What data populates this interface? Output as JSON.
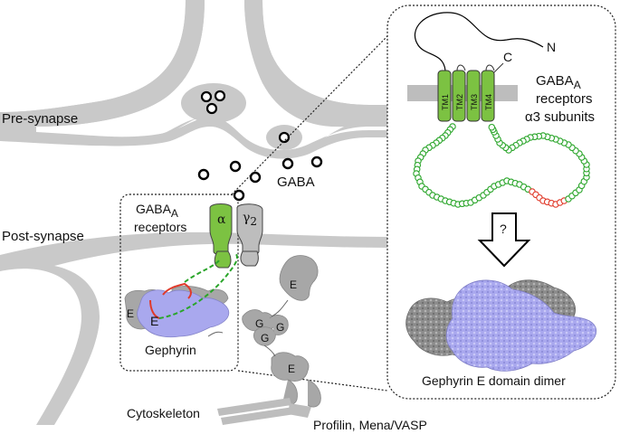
{
  "labels": {
    "pre_synapse": "Pre-synapse",
    "post_synapse": "Post-synapse",
    "gaba": "GABA",
    "gaba_a_receptors_line1": "GABA",
    "gaba_a_receptors_sub": "A",
    "gaba_a_receptors_line2": "receptors",
    "alpha": "α",
    "gamma": "γ",
    "gamma_sub": "2",
    "e_left": "E",
    "e_blue": "E",
    "e_right_top": "E",
    "e_right_bottom": "E",
    "g1": "G",
    "g2": "G",
    "g3": "G",
    "gephyrin": "Gephyrin",
    "cytoskeleton": "Cytoskeleton",
    "profilin": "Profilin, Mena/VASP"
  },
  "inset": {
    "n_terminus": "N",
    "c_terminus": "C",
    "tm1": "TM1",
    "tm2": "TM2",
    "tm3": "TM3",
    "tm4": "TM4",
    "title_line1": "GABA",
    "title_sub": "A",
    "title_line2": "receptors",
    "title_line3": "α3 subunits",
    "question": "?",
    "caption": "Gephyrin E domain dimer"
  },
  "colors": {
    "membrane_gray": "#c9c9c9",
    "receptor_green": "#7cc242",
    "receptor_gray": "#bdbdbd",
    "gephyrin_blue": "#a9a8ee",
    "gephyrin_gray": "#9a9a9a",
    "link_green": "#2aa52a",
    "link_red": "#e03a2a"
  }
}
